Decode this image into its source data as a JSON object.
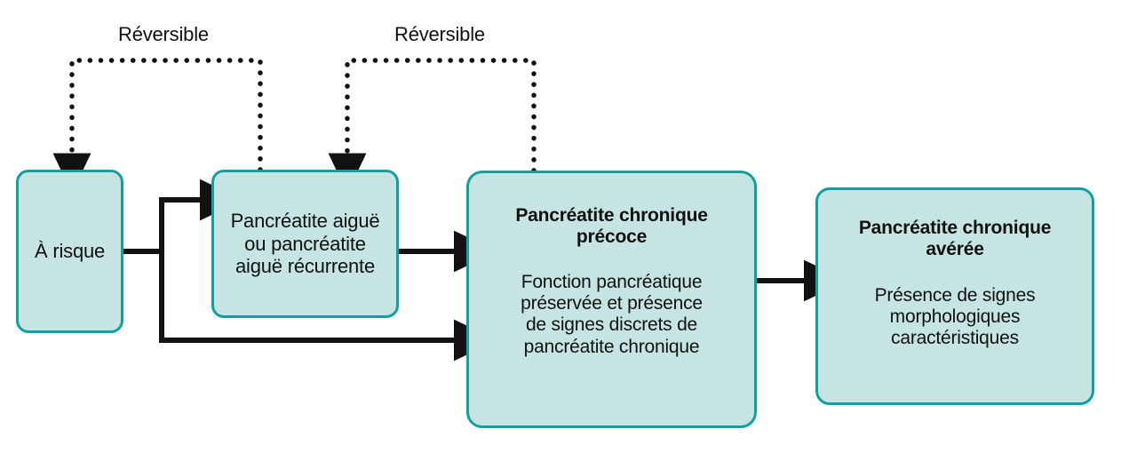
{
  "diagram": {
    "title_visible": false,
    "colors": {
      "node_fill": "#c6e4e2",
      "node_border": "#10a0a0",
      "connector": "#111111",
      "background": "#ffffff",
      "text": "#111111"
    },
    "nodes": [
      {
        "id": "at-risk",
        "title": "",
        "plain": "À risque",
        "subtitle": ""
      },
      {
        "id": "acute",
        "title": "",
        "plain_lines": [
          "Pancréatite aiguë",
          "ou pancréatite",
          "aiguë récurrente"
        ],
        "subtitle": ""
      },
      {
        "id": "early-chronic",
        "title_lines": [
          "Pancréatite chronique",
          "précoce"
        ],
        "subtitle_lines": [
          "Fonction pancréatique",
          "préservée et présence",
          "de signes discrets de",
          "pancréatite chronique"
        ]
      },
      {
        "id": "established-chronic",
        "title_lines": [
          "Pancréatite chronique",
          "avérée"
        ],
        "subtitle_lines": [
          "Présence de signes",
          "morphologiques",
          "caractéristiques"
        ]
      }
    ],
    "labels": {
      "reversible_1": "Réversible",
      "reversible_2": "Réversible"
    },
    "connectors": [
      {
        "id": "at-risk-to-acute",
        "style": "solid",
        "arrow": true,
        "from": "at-risk",
        "to": "acute"
      },
      {
        "id": "at-risk-to-early-chronic",
        "style": "solid",
        "arrow": true,
        "from": "at-risk",
        "to": "early-chronic"
      },
      {
        "id": "acute-to-early-chronic",
        "style": "solid",
        "arrow": true,
        "from": "acute",
        "to": "early-chronic"
      },
      {
        "id": "early-chronic-to-established-chronic",
        "style": "solid",
        "arrow": true,
        "from": "early-chronic",
        "to": "established-chronic"
      },
      {
        "id": "acute-to-at-risk-reversible",
        "style": "dotted",
        "arrow": true,
        "from": "acute",
        "to": "at-risk",
        "label": "Réversible"
      },
      {
        "id": "early-chronic-to-acute-reversible",
        "style": "dotted",
        "arrow": true,
        "from": "early-chronic",
        "to": "acute",
        "label": "Réversible"
      }
    ]
  }
}
